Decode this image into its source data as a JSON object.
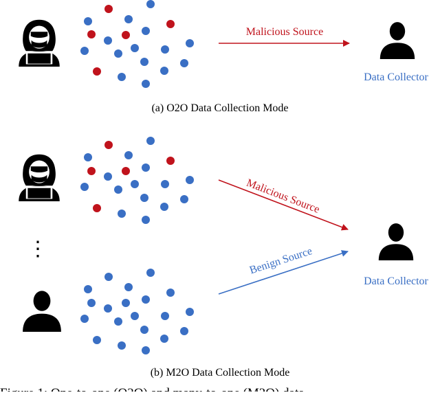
{
  "colors": {
    "malicious": "#c0131c",
    "benign": "#3a6fc4",
    "figure": "#000000"
  },
  "panel_a": {
    "caption": "(a) O2O Data Collection Mode",
    "arrow_label": "Malicious Source",
    "collector_label": "Data Collector",
    "source_icon": "hacker-icon",
    "collector_icon": "user-icon"
  },
  "panel_b": {
    "caption": "(b) M2O Data Collection Mode",
    "malicious_label": "Malicious Source",
    "benign_label": "Benign Source",
    "collector_label": "Data Collector",
    "ellipsis": "⋮",
    "source_icons": [
      "hacker-icon",
      "user-icon"
    ],
    "collector_icon": "user-icon"
  },
  "figure_caption": "Figure 1: One-to-one (O2O) and many-to-one (M2O) data"
}
